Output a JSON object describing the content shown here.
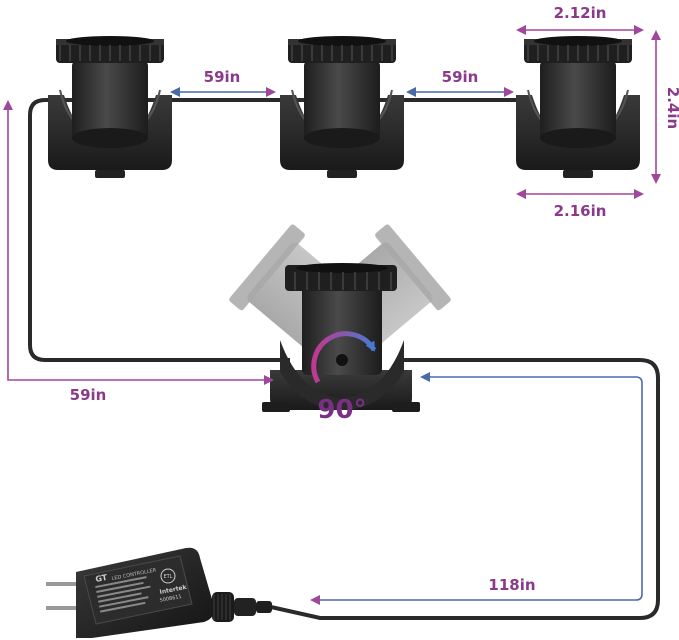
{
  "dimensions": {
    "top_width": "2.12in",
    "bottom_width": "2.16in",
    "height": "2.4in",
    "spacing_1": "59in",
    "spacing_2": "59in",
    "lead_cable": "59in",
    "power_cable": "118in"
  },
  "rotation": {
    "angle": "90°"
  },
  "adapter": {
    "brand": "GT",
    "label_line": "LED CONTROLLER",
    "cert_mark": "ETL",
    "cert_brand": "Intertek",
    "cert_number": "5008611"
  },
  "colors": {
    "dimension": "#8b3a8b",
    "arrow_purple": "#a0479c",
    "arrow_blue": "#4a6aa8",
    "light_body": "#2b2b2b",
    "cable": "#2a2a2a"
  },
  "icons": [
    "spotlight",
    "rotation-arrow",
    "power-adapter",
    "connector-plug"
  ]
}
